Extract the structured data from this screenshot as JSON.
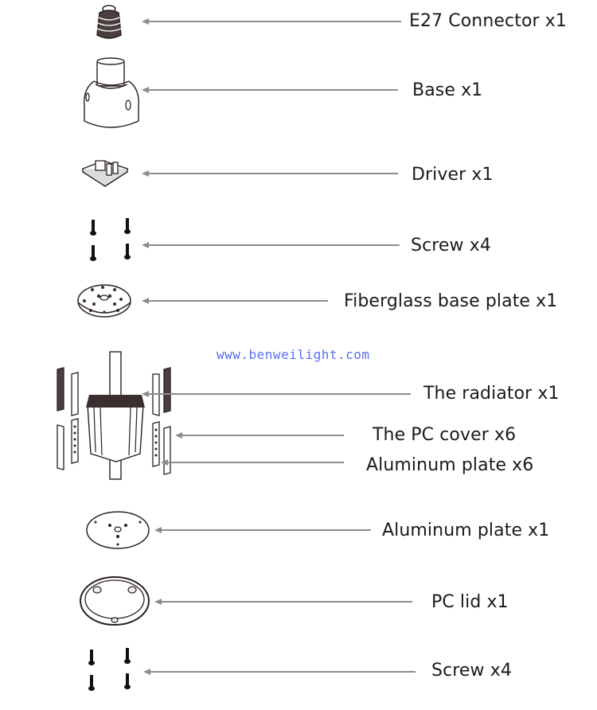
{
  "diagram": {
    "type": "exploded-parts-diagram",
    "watermark": "www.benweilight.com",
    "colors": {
      "line": "#8c8c8c",
      "text": "#1a1a1a",
      "watermark": "#5a6ef0",
      "drawing": "#2a2020"
    },
    "parts": [
      {
        "id": "e27-connector",
        "label": "E27 Connector x1",
        "name": "E27 Connector",
        "qty": 1
      },
      {
        "id": "base",
        "label": "Base x1",
        "name": "Base",
        "qty": 1
      },
      {
        "id": "driver",
        "label": "Driver x1",
        "name": "Driver",
        "qty": 1
      },
      {
        "id": "screw-top",
        "label": "Screw x4",
        "name": "Screw",
        "qty": 4
      },
      {
        "id": "fiberglass-base-plate",
        "label": "Fiberglass base plate x1",
        "name": "Fiberglass base plate",
        "qty": 1
      },
      {
        "id": "radiator",
        "label": "The radiator x1",
        "name": "The radiator",
        "qty": 1
      },
      {
        "id": "pc-cover",
        "label": "The PC cover x6",
        "name": "The PC cover",
        "qty": 6
      },
      {
        "id": "aluminum-plate-side",
        "label": "Aluminum plate x6",
        "name": "Aluminum plate",
        "qty": 6
      },
      {
        "id": "aluminum-plate-round",
        "label": "Aluminum plate x1",
        "name": "Aluminum plate",
        "qty": 1
      },
      {
        "id": "pc-lid",
        "label": "PC lid x1",
        "name": "PC lid",
        "qty": 1
      },
      {
        "id": "screw-bottom",
        "label": "Screw x4",
        "name": "Screw",
        "qty": 4
      }
    ]
  }
}
